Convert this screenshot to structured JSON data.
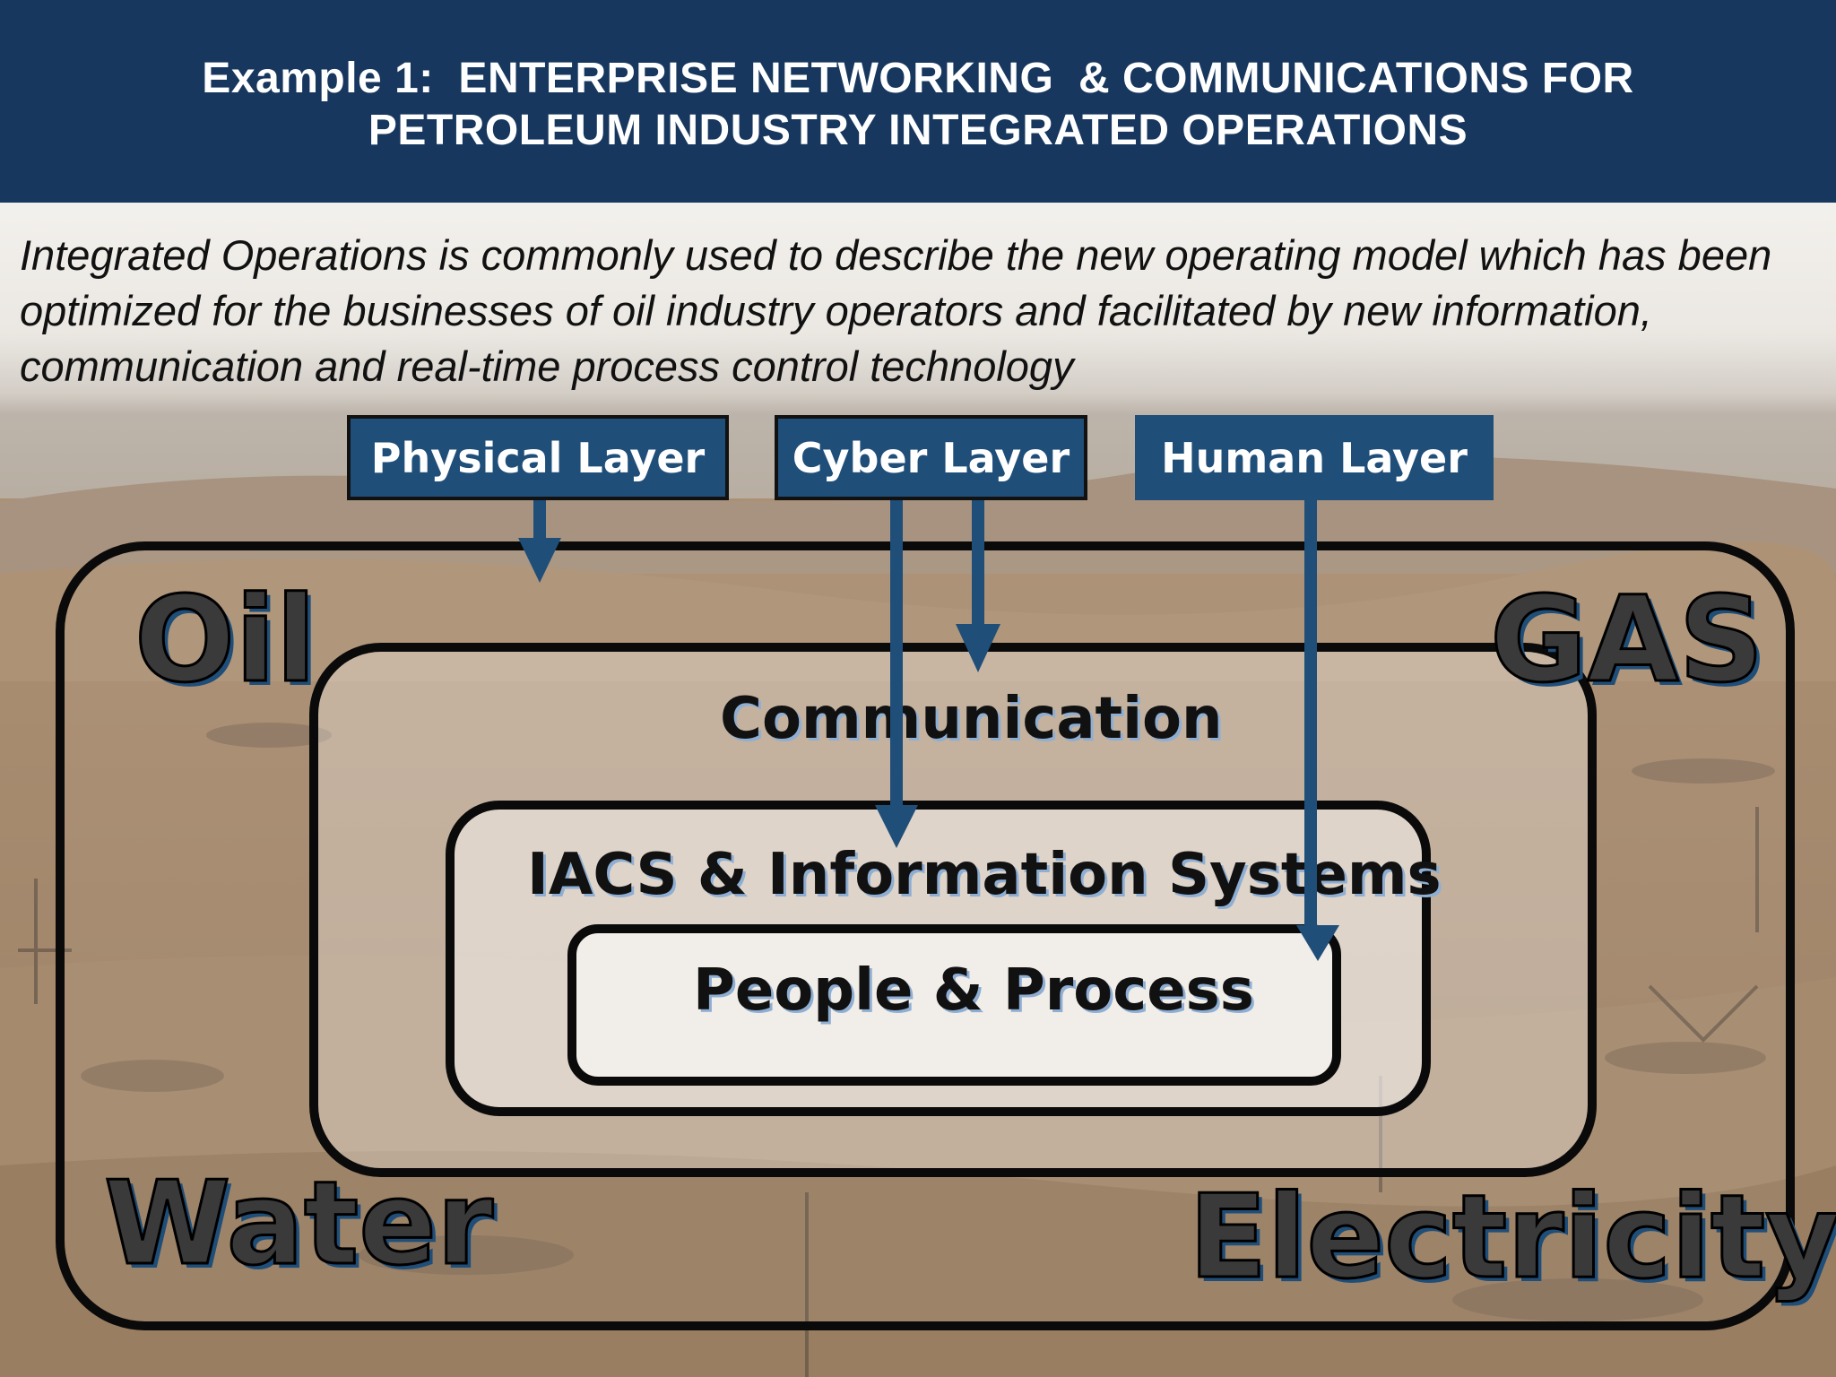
{
  "header": {
    "title_line_1": "Example 1:  ENTERPRISE NETWORKING  & COMMUNICATIONS FOR",
    "title_line_2": "PETROLEUM INDUSTRY INTEGRATED OPERATIONS"
  },
  "intro": {
    "text": "Integrated Operations is commonly used to describe the new operating model which has been optimized for the businesses of oil industry operators and facilitated by new information, communication and real-time process control technology"
  },
  "layers": {
    "physical": "Physical Layer",
    "cyber": "Cyber Layer",
    "human": "Human Layer"
  },
  "domains": {
    "oil": "Oil",
    "gas": "GAS",
    "water": "Water",
    "electricity": "Electricity"
  },
  "rings": {
    "communication": "Communication",
    "iacs": "IACS & Information Systems",
    "people": "People &  Process"
  },
  "colors": {
    "header_bg": "#17375e",
    "layer_box_bg": "#1f4e79",
    "arrow": "#1f4e79",
    "ring_border": "#0a0a0a"
  }
}
